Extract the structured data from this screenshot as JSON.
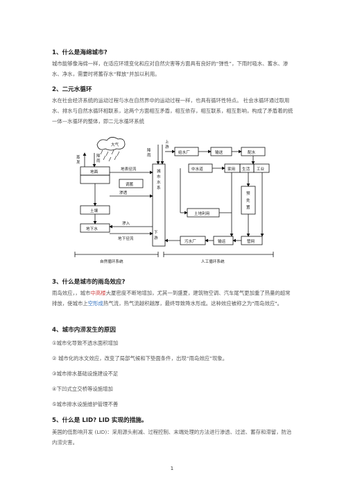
{
  "s1": {
    "title": "1、什么是海绵城市?",
    "body": "城市能够像海绵一样，在适应环境变化和应对自然灾害等方面具有良好的“弹性”，下雨时吸水、蓄水、渗水、净水，需要时将蓄存水“释放”并加以利用。"
  },
  "s2": {
    "title": "2、二元水循环",
    "body": "水在社会经济系统的运动过程与水在自然界中的运动过程一样，也具有循环性特点。 社会水循环通过取用水、排水与自然水循环相联系，这两个方面相互矛盾，相互依存，相互联系，相互影响，构成了矛盾着的统一体—水循环的整体，即二元水循环系统"
  },
  "diagram": {
    "atmosphere": "大气",
    "evaporation": [
      "蒸",
      "发"
    ],
    "precipitation": [
      "降",
      "雨"
    ],
    "surface": "地面",
    "runoff": "地表径流",
    "storage": "调蓄",
    "soil": "土壤",
    "infiltration": "渗透",
    "groundwater": "地下水",
    "seepage": "渗入",
    "underground_runoff": "地下径流",
    "rain2": [
      "降",
      "雨"
    ],
    "intake": [
      "上",
      "游"
    ],
    "city_water": [
      "城",
      "市",
      "水",
      "系"
    ],
    "downstream": [
      "下",
      "游"
    ],
    "water_plant": "给水厂",
    "delivery": "输送",
    "distribution": "配水",
    "reclaimed": "中水道",
    "residential": "家用",
    "production": "生活",
    "industry": "工业",
    "pretreat": [
      "预",
      "处",
      "置"
    ],
    "land_use": "土地利用",
    "sewage_plant": "污水厂",
    "transport": "输运",
    "pipe": "管网",
    "natural_cycle": "自然循环系统",
    "artificial_cycle": "人工循环系统"
  },
  "s3": {
    "title": "3、什么是城市的雨岛效应?",
    "body_parts": [
      "雨岛效应，，城市",
      "中高楼",
      "大厦密度不断地增加，尤其一到盛夏，建筑物空调、汽车尾气更加重了热量的超常排放，使城市上",
      "空形成",
      "热气流，热气流越积越厚，最终导致降水形成。这种效应被称之为\"雨岛效应\"。"
    ]
  },
  "s4": {
    "title": "4、城市内涝发生的原因",
    "items": [
      "①城市化导致不透水面积增加",
      "② 城市化的水文效应，改变了局部气候和下垫面条件，出现“雨岛效应”现象。",
      "③城市排水基础设施建设不足",
      "④下凹式立交桥等设施增加",
      "⑤城市排水设施维护管理不善"
    ]
  },
  "s5": {
    "title": "5、什么是 LID? LID 实现的措施。",
    "body": "  美国的低影响开发 (LID)：采用源头削减、过程控制、末端处理的方法进行渗透、过滤、蓄存和滞留，防治内涝灾害。"
  },
  "page_number": "1"
}
